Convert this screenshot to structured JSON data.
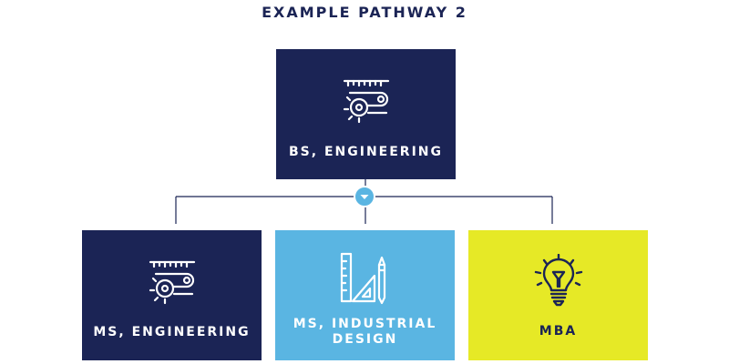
{
  "title": "EXAMPLE PATHWAY 2",
  "top_node": {
    "label": "BS, ENGINEERING",
    "icon": "conveyor-gear-icon"
  },
  "children": [
    {
      "label": "MS, ENGINEERING",
      "icon": "conveyor-gear-icon"
    },
    {
      "label": "MS, INDUSTRIAL DESIGN",
      "icon": "drafting-tools-icon"
    },
    {
      "label": "MBA",
      "icon": "lightbulb-icon"
    }
  ],
  "colors": {
    "navy": "#1b2455",
    "sky_blue": "#5ab5e2",
    "yellow": "#e6e926",
    "connector": "#1b2455"
  },
  "toggle_icon": "chevron-down-icon"
}
